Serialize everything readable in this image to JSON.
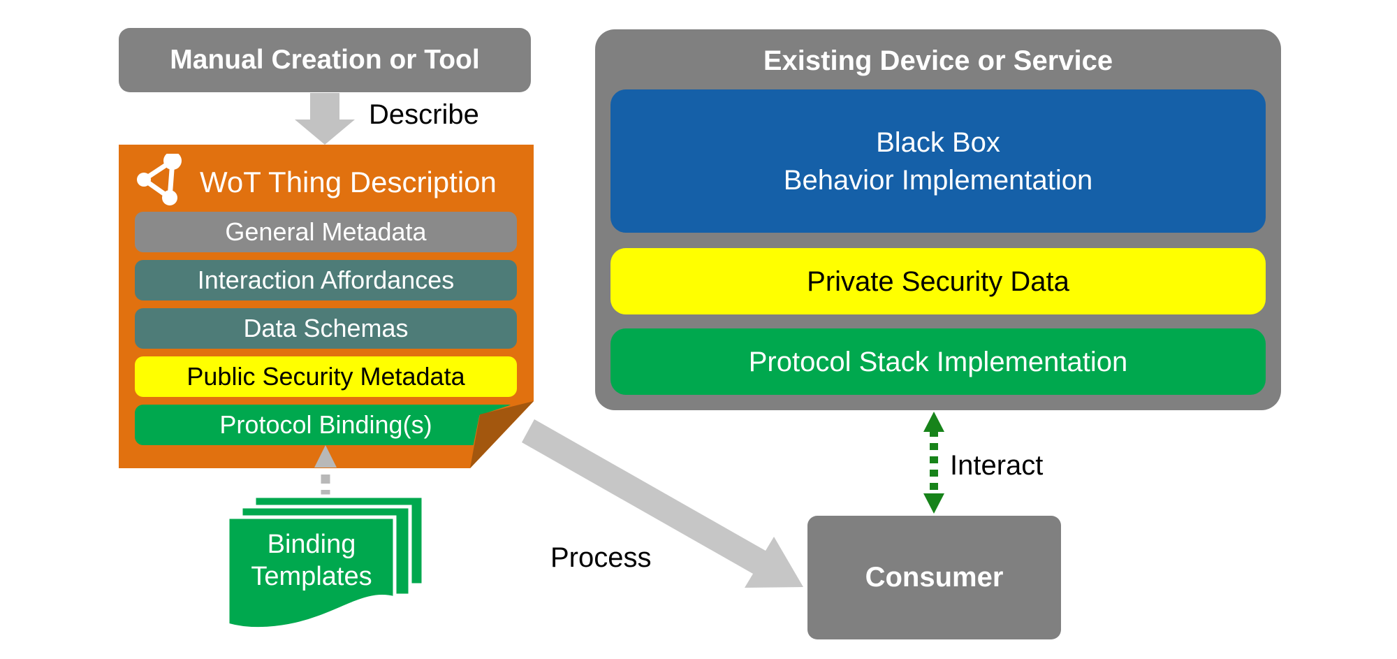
{
  "left": {
    "creator": {
      "label": "Manual Creation or Tool",
      "bg": "#828282"
    },
    "describe_label": "Describe",
    "thing_description": {
      "title": "WoT Thing Description",
      "bg": "#E1710F",
      "fold_color": "#A3570E",
      "rows": [
        {
          "label": "General Metadata",
          "bg": "#8A8A8A",
          "fg": "#FFFFFF"
        },
        {
          "label": "Interaction Affordances",
          "bg": "#4E7C78",
          "fg": "#FFFFFF"
        },
        {
          "label": "Data Schemas",
          "bg": "#4E7C78",
          "fg": "#FFFFFF"
        },
        {
          "label": "Public Security Metadata",
          "bg": "#FFFF00",
          "fg": "#000000"
        },
        {
          "label": "Protocol Binding(s)",
          "bg": "#00A84E",
          "fg": "#FFFFFF"
        }
      ]
    },
    "binding_templates": {
      "line1": "Binding",
      "line2": "Templates",
      "bg": "#00A84E"
    }
  },
  "right": {
    "device": {
      "title": "Existing Device or Service",
      "bg": "#808080",
      "layers": [
        {
          "line1": "Black Box",
          "line2": "Behavior Implementation",
          "bg": "#1560A8",
          "fg": "#FFFFFF"
        },
        {
          "line1": "Private Security Data",
          "line2": "",
          "bg": "#FFFF00",
          "fg": "#000000"
        },
        {
          "line1": "Protocol Stack Implementation",
          "line2": "",
          "bg": "#00A84E",
          "fg": "#FFFFFF"
        }
      ]
    },
    "interact_label": "Interact",
    "consumer": {
      "label": "Consumer",
      "bg": "#808080"
    },
    "process_label": "Process"
  },
  "colors": {
    "describe_arrow": "#C2C2C2",
    "process_arrow": "#C6C6C6",
    "upload_arrow": "#B8B8B8",
    "interact_arrow": "#17831A",
    "page_stroke": "#FFFFFF"
  }
}
